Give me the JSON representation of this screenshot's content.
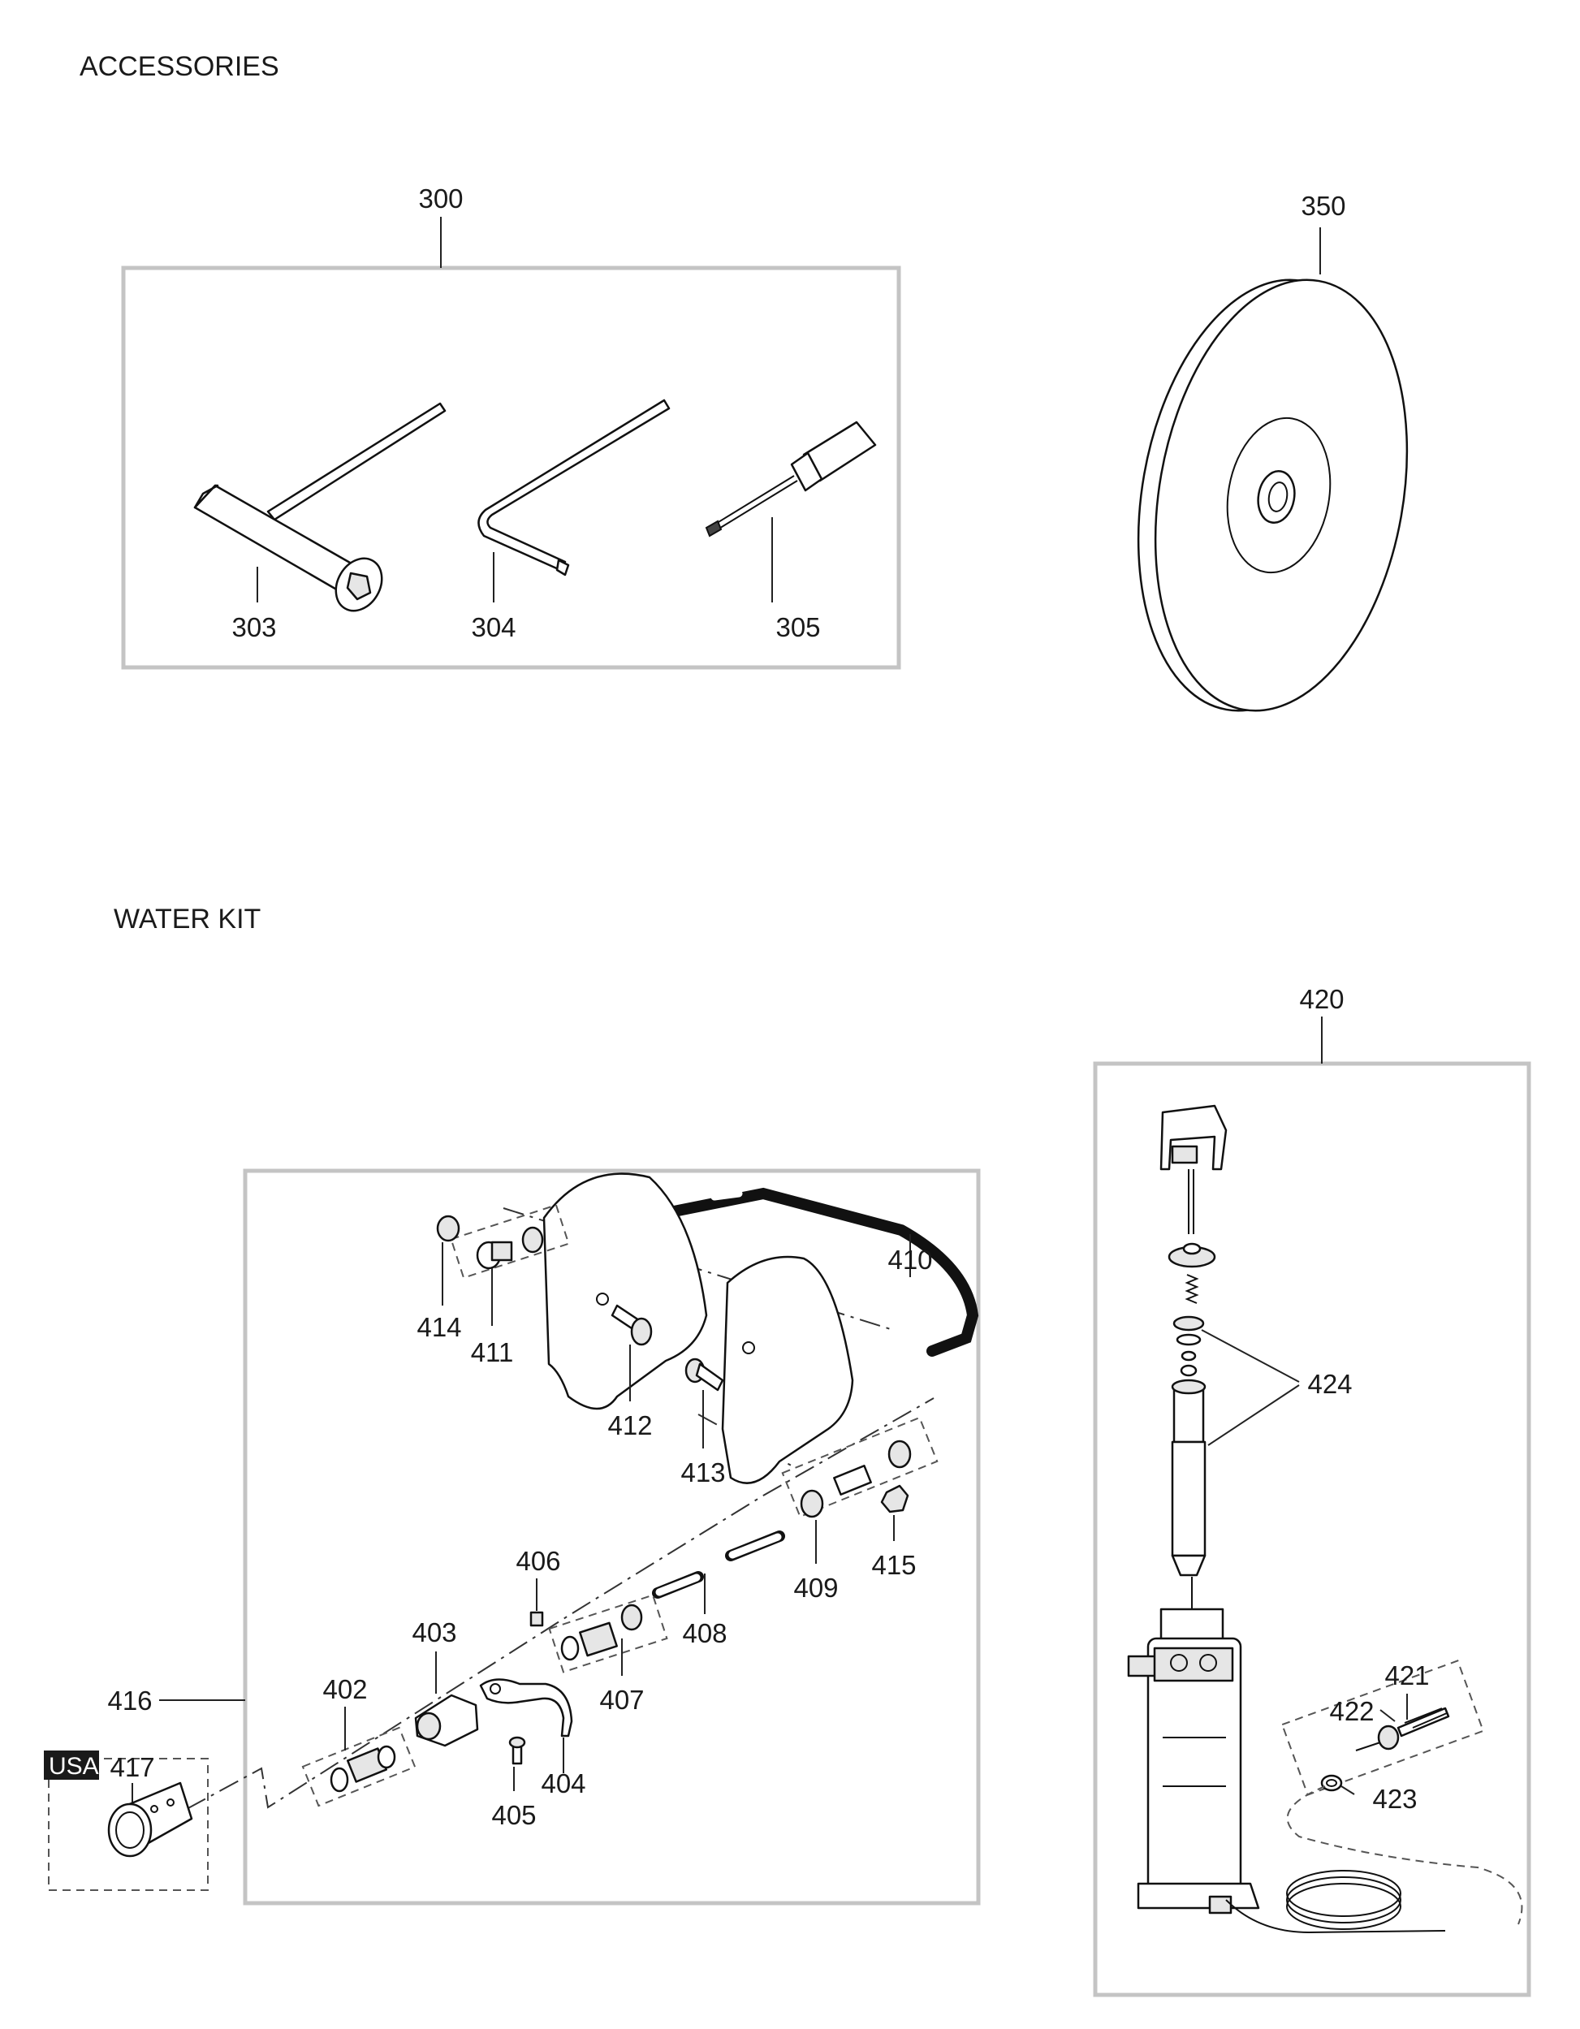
{
  "sections": {
    "accessories": "ACCESSORIES",
    "water_kit": "WATER KIT"
  },
  "parts": {
    "p300": "300",
    "p303": "303",
    "p304": "304",
    "p305": "305",
    "p350": "350",
    "p402": "402",
    "p403": "403",
    "p404": "404",
    "p405": "405",
    "p406": "406",
    "p407": "407",
    "p408": "408",
    "p409": "409",
    "p410": "410",
    "p411": "411",
    "p412": "412",
    "p413": "413",
    "p414": "414",
    "p415": "415",
    "p416": "416",
    "p417": "417",
    "p420": "420",
    "p421": "421",
    "p422": "422",
    "p423": "423",
    "p424": "424"
  },
  "badge": {
    "usa": "USA"
  }
}
